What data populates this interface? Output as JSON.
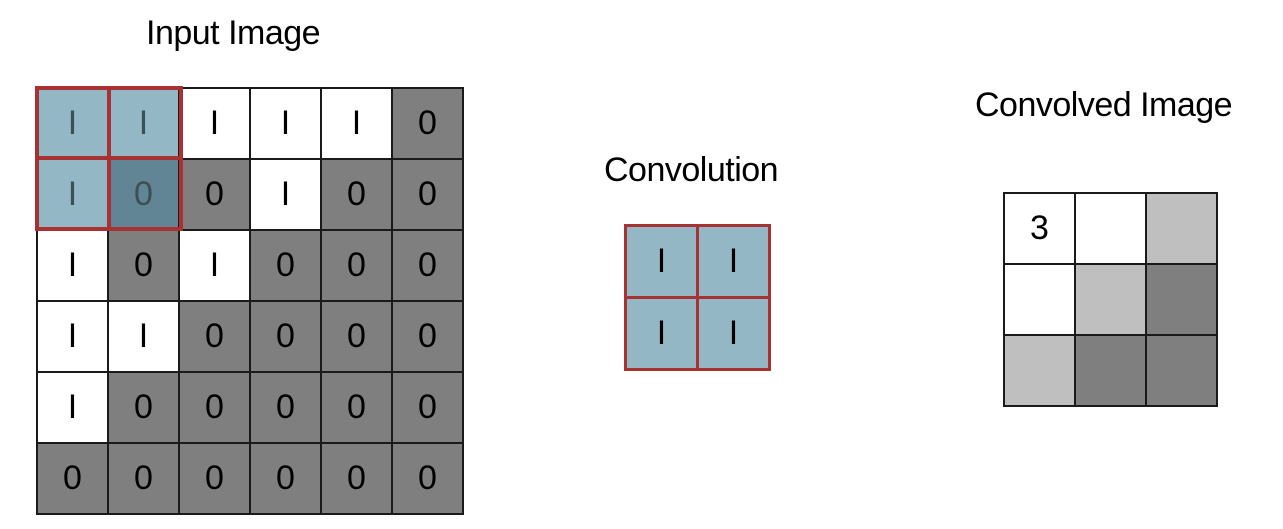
{
  "titles": {
    "input": "Input Image",
    "convolution": "Convolution",
    "convolved": "Convolved Image"
  },
  "input_grid": [
    [
      "I",
      "I",
      "I",
      "I",
      "I",
      "0"
    ],
    [
      "I",
      "0",
      "0",
      "I",
      "0",
      "0"
    ],
    [
      "I",
      "0",
      "I",
      "0",
      "0",
      "0"
    ],
    [
      "I",
      "I",
      "0",
      "0",
      "0",
      "0"
    ],
    [
      "I",
      "0",
      "0",
      "0",
      "0",
      "0"
    ],
    [
      "0",
      "0",
      "0",
      "0",
      "0",
      "0"
    ]
  ],
  "kernel": [
    [
      "I",
      "I"
    ],
    [
      "I",
      "I"
    ]
  ],
  "output_grid": [
    [
      "3",
      "",
      ""
    ],
    [
      "",
      "",
      ""
    ],
    [
      "",
      "",
      ""
    ]
  ],
  "output_shades": [
    [
      "white",
      "white",
      "light"
    ],
    [
      "white",
      "light",
      "dark"
    ],
    [
      "light",
      "dark",
      "dark"
    ]
  ],
  "colors": {
    "highlight": "#93b7c4",
    "highlight_dark": "#628596",
    "kernel_border": "#a83232",
    "dark_cell": "#7f7f7f",
    "light_cell": "#bfbfbf",
    "white_cell": "#ffffff"
  }
}
